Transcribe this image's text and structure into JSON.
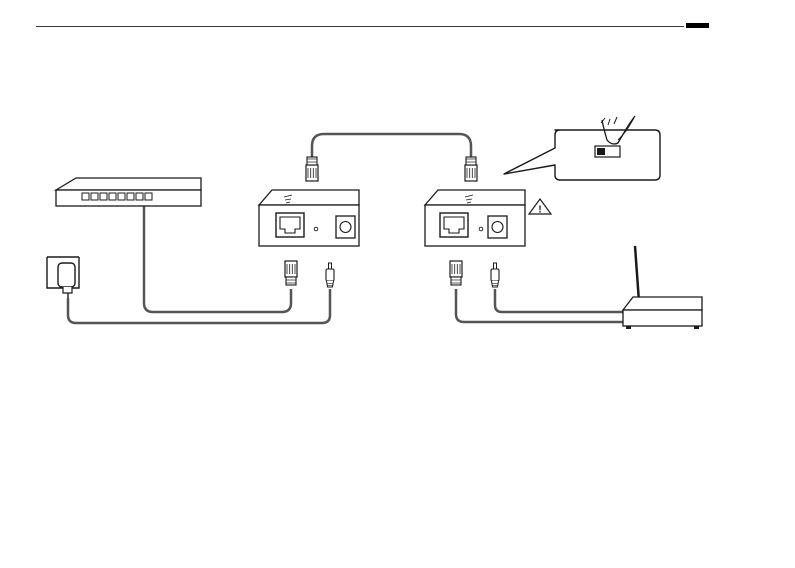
{
  "diagram": {
    "nodes": [
      {
        "id": "switch",
        "icon": "network-switch-icon"
      },
      {
        "id": "power-adapter",
        "icon": "power-adapter-icon"
      },
      {
        "id": "poe-injector",
        "icon": "poe-injector-icon"
      },
      {
        "id": "poe-splitter",
        "icon": "poe-splitter-icon"
      },
      {
        "id": "wireless-router",
        "icon": "wireless-router-icon"
      },
      {
        "id": "voltage-switch-callout",
        "icon": "dip-switch-icon"
      },
      {
        "id": "caution-sign",
        "icon": "warning-triangle-icon",
        "symbol": "!"
      }
    ],
    "edges": [
      {
        "from": "switch",
        "to": "poe-injector",
        "kind": "ethernet"
      },
      {
        "from": "power-adapter",
        "to": "poe-injector",
        "kind": "dc-power"
      },
      {
        "from": "poe-injector",
        "to": "poe-splitter",
        "kind": "ethernet-poe"
      },
      {
        "from": "poe-splitter",
        "to": "wireless-router",
        "kind": "ethernet"
      },
      {
        "from": "poe-splitter",
        "to": "wireless-router",
        "kind": "dc-power"
      }
    ]
  },
  "colors": {
    "line": "#1a1a1a",
    "cable": "#555555",
    "fill": "#ffffff"
  }
}
